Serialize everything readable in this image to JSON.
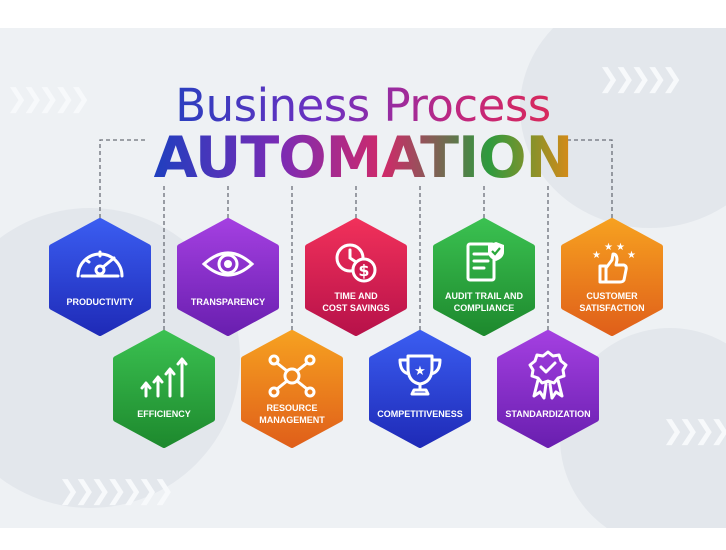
{
  "title": {
    "line1": "Business Process",
    "line2": "AUTOMATION"
  },
  "items": [
    {
      "key": "productivity",
      "lines": [
        "PRODUCTIVITY"
      ],
      "icon": "speedometer-icon",
      "color_top": "#3a5cf0",
      "color_bottom": "#1f2bb8"
    },
    {
      "key": "transparency",
      "lines": [
        "TRANSPARENCY"
      ],
      "icon": "eye-icon",
      "color_top": "#a33fe0",
      "color_bottom": "#6a1fb0"
    },
    {
      "key": "time-cost",
      "lines": [
        "TIME AND",
        "COST SAVINGS"
      ],
      "icon": "clock-dollar-icon",
      "color_top": "#f0305a",
      "color_bottom": "#b8124a"
    },
    {
      "key": "audit",
      "lines": [
        "AUDIT TRAIL AND",
        "COMPLIANCE"
      ],
      "icon": "checklist-shield-icon",
      "color_top": "#3ac050",
      "color_bottom": "#1e8a2e"
    },
    {
      "key": "customer",
      "lines": [
        "CUSTOMER",
        "SATISFACTION"
      ],
      "icon": "thumbs-up-stars-icon",
      "color_top": "#f6a020",
      "color_bottom": "#e0601a"
    },
    {
      "key": "efficiency",
      "lines": [
        "EFFICIENCY"
      ],
      "icon": "rising-arrows-icon",
      "color_top": "#3ac050",
      "color_bottom": "#1e8a2e"
    },
    {
      "key": "resource",
      "lines": [
        "RESOURCE",
        "MANAGEMENT"
      ],
      "icon": "network-icon",
      "color_top": "#f6a020",
      "color_bottom": "#e0601a"
    },
    {
      "key": "competitiveness",
      "lines": [
        "COMPETITIVENESS"
      ],
      "icon": "trophy-icon",
      "color_top": "#3a5cf0",
      "color_bottom": "#1f2bb8"
    },
    {
      "key": "standardization",
      "lines": [
        "STANDARDIZATION"
      ],
      "icon": "award-badge-icon",
      "color_top": "#a33fe0",
      "color_bottom": "#6a1fb0"
    }
  ]
}
